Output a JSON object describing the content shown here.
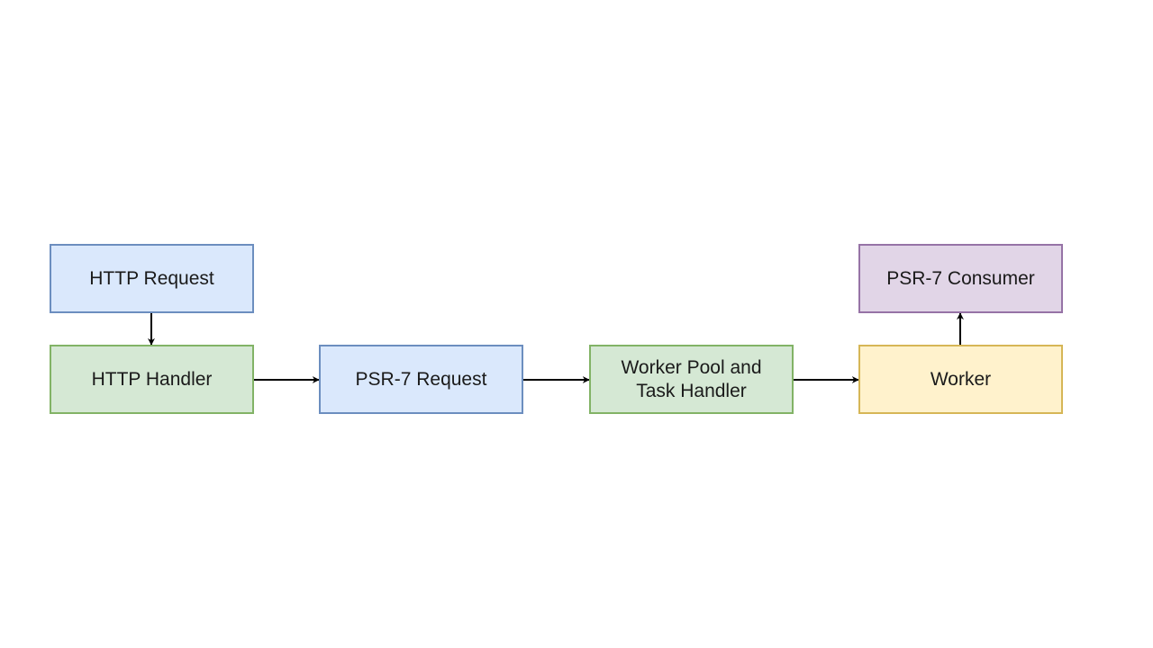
{
  "colors": {
    "blue": {
      "fill": "#dae8fc",
      "stroke": "#6c8ebf"
    },
    "green": {
      "fill": "#d5e8d4",
      "stroke": "#82b366"
    },
    "yellow": {
      "fill": "#fff2cc",
      "stroke": "#d6b656"
    },
    "purple": {
      "fill": "#e1d5e7",
      "stroke": "#9673a6"
    },
    "edge": "#000000"
  },
  "nodes": {
    "http_request": {
      "label": "HTTP Request",
      "style": "blue"
    },
    "http_handler": {
      "label": "HTTP Handler",
      "style": "green"
    },
    "psr7_request": {
      "label": "PSR-7 Request",
      "style": "blue"
    },
    "worker_pool": {
      "label": "Worker Pool and\nTask Handler",
      "style": "green"
    },
    "worker": {
      "label": "Worker",
      "style": "yellow"
    },
    "psr7_consumer": {
      "label": "PSR-7 Consumer",
      "style": "purple"
    }
  },
  "edges": [
    {
      "from": "http_request",
      "to": "http_handler"
    },
    {
      "from": "http_handler",
      "to": "psr7_request"
    },
    {
      "from": "psr7_request",
      "to": "worker_pool"
    },
    {
      "from": "worker_pool",
      "to": "worker"
    },
    {
      "from": "worker",
      "to": "psr7_consumer"
    }
  ]
}
